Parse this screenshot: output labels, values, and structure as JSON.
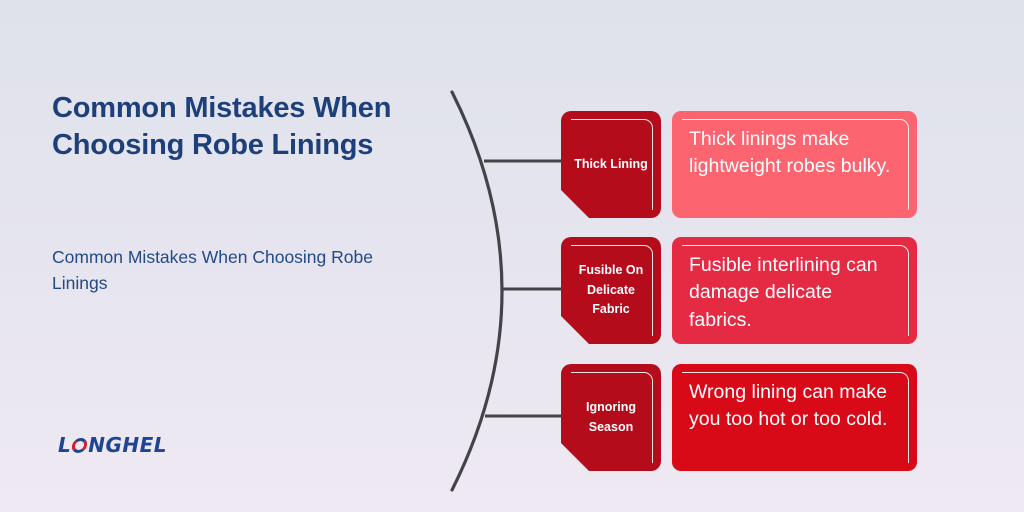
{
  "header": {
    "title": "Common Mistakes When Choosing Robe Linings",
    "subtitle": "Common Mistakes When Choosing Robe Linings"
  },
  "logo": {
    "text_before": "L",
    "text_after": "NGHEL",
    "full_text": "LONGHEL",
    "brand_color": "#1e4591",
    "accent_color": "#d4202a"
  },
  "diagram": {
    "arc_color": "#444448",
    "items": [
      {
        "label": "Thick Lining",
        "description": "Thick linings make lightweight robes bulky.",
        "label_color": "#b50c1c",
        "description_color": "#fc6570"
      },
      {
        "label": "Fusible On Delicate Fabric",
        "description": "Fusible interlining can damage delicate fabrics.",
        "label_color": "#b50c1c",
        "description_color": "#e52b43"
      },
      {
        "label": "Ignoring Season",
        "description": "Wrong lining can make you too hot or too cold.",
        "label_color": "#b50c1c",
        "description_color": "#d80a18"
      }
    ]
  }
}
